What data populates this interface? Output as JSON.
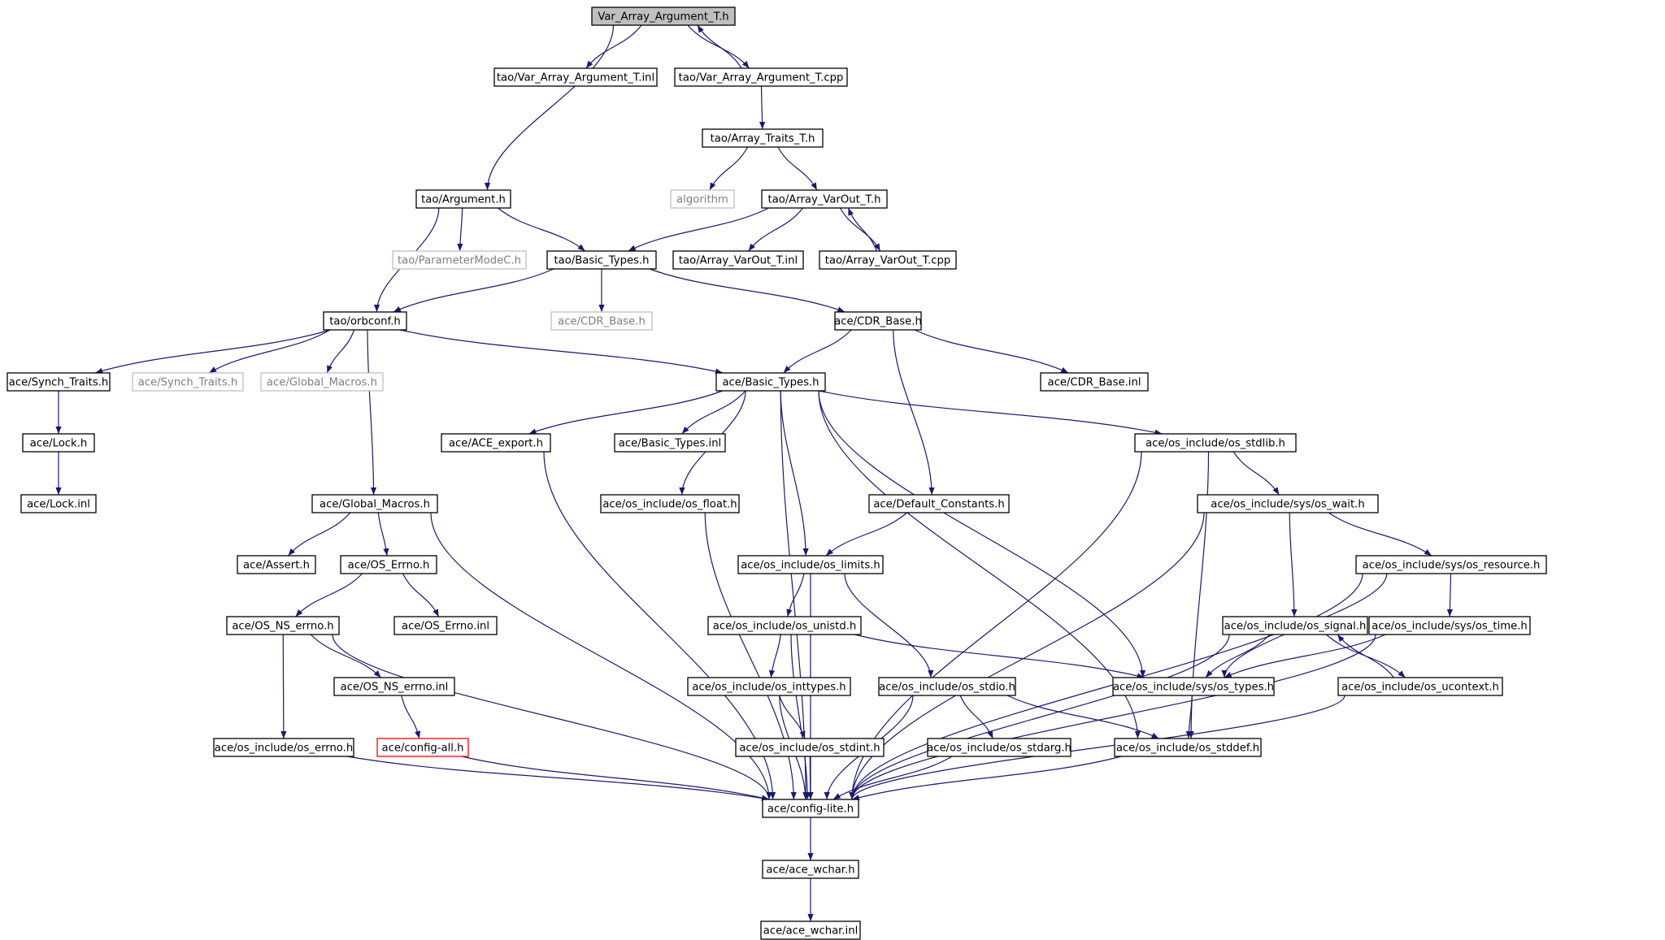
{
  "colors": {
    "edge": "#191970",
    "node_border": "#000000",
    "external_border": "#bfbfbf",
    "external_text": "#7f7f7f",
    "truncated_border": "#ff0000",
    "root_fill": "#bfbfbf"
  },
  "nodes": [
    {
      "id": "root",
      "label": "Var_Array_Argument_T.h",
      "kind": "root"
    },
    {
      "id": "vaa_inl",
      "label": "tao/Var_Array_Argument_T.inl",
      "kind": "normal"
    },
    {
      "id": "vaa_cpp",
      "label": "tao/Var_Array_Argument_T.cpp",
      "kind": "normal"
    },
    {
      "id": "array_traits",
      "label": "tao/Array_Traits_T.h",
      "kind": "normal"
    },
    {
      "id": "algorithm",
      "label": "algorithm",
      "kind": "external"
    },
    {
      "id": "array_varout",
      "label": "tao/Array_VarOut_T.h",
      "kind": "normal"
    },
    {
      "id": "argument",
      "label": "tao/Argument.h",
      "kind": "normal"
    },
    {
      "id": "parammode",
      "label": "tao/ParameterModeC.h",
      "kind": "external"
    },
    {
      "id": "tao_basic",
      "label": "tao/Basic_Types.h",
      "kind": "normal"
    },
    {
      "id": "array_varout_inl",
      "label": "tao/Array_VarOut_T.inl",
      "kind": "normal"
    },
    {
      "id": "array_varout_cpp",
      "label": "tao/Array_VarOut_T.cpp",
      "kind": "normal"
    },
    {
      "id": "orbconf",
      "label": "tao/orbconf.h",
      "kind": "normal"
    },
    {
      "id": "cdr_ext",
      "label": "ace/CDR_Base.h",
      "kind": "external"
    },
    {
      "id": "cdr_base",
      "label": "ace/CDR_Base.h",
      "kind": "normal"
    },
    {
      "id": "synch",
      "label": "ace/Synch_Traits.h",
      "kind": "normal"
    },
    {
      "id": "synch_ext",
      "label": "ace/Synch_Traits.h",
      "kind": "external"
    },
    {
      "id": "gm_ext",
      "label": "ace/Global_Macros.h",
      "kind": "external"
    },
    {
      "id": "ace_basic",
      "label": "ace/Basic_Types.h",
      "kind": "normal"
    },
    {
      "id": "cdr_inl",
      "label": "ace/CDR_Base.inl",
      "kind": "normal"
    },
    {
      "id": "lock",
      "label": "ace/Lock.h",
      "kind": "normal"
    },
    {
      "id": "ace_export",
      "label": "ace/ACE_export.h",
      "kind": "normal"
    },
    {
      "id": "basic_inl",
      "label": "ace/Basic_Types.inl",
      "kind": "normal"
    },
    {
      "id": "os_stdlib",
      "label": "ace/os_include/os_stdlib.h",
      "kind": "normal"
    },
    {
      "id": "lock_inl",
      "label": "ace/Lock.inl",
      "kind": "normal"
    },
    {
      "id": "gm",
      "label": "ace/Global_Macros.h",
      "kind": "normal"
    },
    {
      "id": "os_float",
      "label": "ace/os_include/os_float.h",
      "kind": "normal"
    },
    {
      "id": "def_const",
      "label": "ace/Default_Constants.h",
      "kind": "normal"
    },
    {
      "id": "os_wait",
      "label": "ace/os_include/sys/os_wait.h",
      "kind": "normal"
    },
    {
      "id": "assert",
      "label": "ace/Assert.h",
      "kind": "normal"
    },
    {
      "id": "os_errno_h",
      "label": "ace/OS_Errno.h",
      "kind": "normal"
    },
    {
      "id": "os_limits",
      "label": "ace/os_include/os_limits.h",
      "kind": "normal"
    },
    {
      "id": "os_resource",
      "label": "ace/os_include/sys/os_resource.h",
      "kind": "normal"
    },
    {
      "id": "os_ns_errno",
      "label": "ace/OS_NS_errno.h",
      "kind": "normal"
    },
    {
      "id": "os_errno_inl",
      "label": "ace/OS_Errno.inl",
      "kind": "normal"
    },
    {
      "id": "os_unistd",
      "label": "ace/os_include/os_unistd.h",
      "kind": "normal"
    },
    {
      "id": "os_signal",
      "label": "ace/os_include/os_signal.h",
      "kind": "normal"
    },
    {
      "id": "os_time",
      "label": "ace/os_include/sys/os_time.h",
      "kind": "normal"
    },
    {
      "id": "os_ns_errno_inl",
      "label": "ace/OS_NS_errno.inl",
      "kind": "normal"
    },
    {
      "id": "os_inttypes",
      "label": "ace/os_include/os_inttypes.h",
      "kind": "normal"
    },
    {
      "id": "os_stdio",
      "label": "ace/os_include/os_stdio.h",
      "kind": "normal"
    },
    {
      "id": "os_types",
      "label": "ace/os_include/sys/os_types.h",
      "kind": "normal"
    },
    {
      "id": "os_ucontext",
      "label": "ace/os_include/os_ucontext.h",
      "kind": "normal"
    },
    {
      "id": "os_errno",
      "label": "ace/os_include/os_errno.h",
      "kind": "normal"
    },
    {
      "id": "config_all",
      "label": "ace/config-all.h",
      "kind": "truncated"
    },
    {
      "id": "os_stdint",
      "label": "ace/os_include/os_stdint.h",
      "kind": "normal"
    },
    {
      "id": "os_stdarg",
      "label": "ace/os_include/os_stdarg.h",
      "kind": "normal"
    },
    {
      "id": "os_stddef",
      "label": "ace/os_include/os_stddef.h",
      "kind": "normal"
    },
    {
      "id": "config_lite",
      "label": "ace/config-lite.h",
      "kind": "normal"
    },
    {
      "id": "ace_wchar",
      "label": "ace/ace_wchar.h",
      "kind": "normal"
    },
    {
      "id": "ace_wchar_inl",
      "label": "ace/ace_wchar.inl",
      "kind": "normal"
    }
  ],
  "edges": [
    [
      "root",
      "vaa_inl"
    ],
    [
      "root",
      "vaa_cpp"
    ],
    [
      "root",
      "argument"
    ],
    [
      "vaa_cpp",
      "root"
    ],
    [
      "vaa_cpp",
      "array_traits"
    ],
    [
      "array_traits",
      "algorithm"
    ],
    [
      "array_traits",
      "array_varout"
    ],
    [
      "array_varout",
      "tao_basic"
    ],
    [
      "array_varout",
      "array_varout_inl"
    ],
    [
      "array_varout",
      "array_varout_cpp"
    ],
    [
      "array_varout_cpp",
      "array_varout"
    ],
    [
      "argument",
      "parammode"
    ],
    [
      "argument",
      "tao_basic"
    ],
    [
      "argument",
      "orbconf"
    ],
    [
      "tao_basic",
      "orbconf"
    ],
    [
      "tao_basic",
      "cdr_ext"
    ],
    [
      "tao_basic",
      "cdr_base"
    ],
    [
      "orbconf",
      "synch"
    ],
    [
      "orbconf",
      "synch_ext"
    ],
    [
      "orbconf",
      "gm_ext"
    ],
    [
      "orbconf",
      "ace_basic"
    ],
    [
      "orbconf",
      "gm"
    ],
    [
      "cdr_base",
      "ace_basic"
    ],
    [
      "cdr_base",
      "cdr_inl"
    ],
    [
      "cdr_base",
      "def_const"
    ],
    [
      "synch",
      "lock"
    ],
    [
      "lock",
      "lock_inl"
    ],
    [
      "ace_basic",
      "ace_export"
    ],
    [
      "ace_basic",
      "basic_inl"
    ],
    [
      "ace_basic",
      "os_stdlib"
    ],
    [
      "ace_basic",
      "os_float"
    ],
    [
      "ace_basic",
      "os_limits"
    ],
    [
      "ace_basic",
      "config_lite"
    ],
    [
      "ace_basic",
      "os_types"
    ],
    [
      "ace_basic",
      "os_stddef"
    ],
    [
      "ace_export",
      "config_lite"
    ],
    [
      "os_stdlib",
      "os_wait"
    ],
    [
      "os_stdlib",
      "os_stddef"
    ],
    [
      "os_stdlib",
      "config_lite"
    ],
    [
      "gm",
      "assert"
    ],
    [
      "gm",
      "os_errno_h"
    ],
    [
      "gm",
      "config_lite"
    ],
    [
      "os_float",
      "config_lite"
    ],
    [
      "def_const",
      "os_limits"
    ],
    [
      "os_wait",
      "os_resource"
    ],
    [
      "os_wait",
      "os_signal"
    ],
    [
      "os_wait",
      "config_lite"
    ],
    [
      "os_errno_h",
      "os_ns_errno"
    ],
    [
      "os_errno_h",
      "os_errno_inl"
    ],
    [
      "os_limits",
      "os_unistd"
    ],
    [
      "os_limits",
      "os_stdio"
    ],
    [
      "os_limits",
      "config_lite"
    ],
    [
      "os_resource",
      "os_time"
    ],
    [
      "os_resource",
      "os_types"
    ],
    [
      "os_resource",
      "config_lite"
    ],
    [
      "os_ns_errno",
      "os_ns_errno_inl"
    ],
    [
      "os_ns_errno",
      "os_errno"
    ],
    [
      "os_ns_errno",
      "config_lite"
    ],
    [
      "os_unistd",
      "os_inttypes"
    ],
    [
      "os_unistd",
      "os_types"
    ],
    [
      "os_unistd",
      "config_lite"
    ],
    [
      "os_signal",
      "os_types"
    ],
    [
      "os_signal",
      "os_ucontext"
    ],
    [
      "os_signal",
      "config_lite"
    ],
    [
      "os_time",
      "os_types"
    ],
    [
      "os_time",
      "config_lite"
    ],
    [
      "os_ns_errno_inl",
      "config_all"
    ],
    [
      "os_inttypes",
      "os_stdint"
    ],
    [
      "os_inttypes",
      "config_lite"
    ],
    [
      "os_stdio",
      "os_stdarg"
    ],
    [
      "os_stdio",
      "os_stddef"
    ],
    [
      "os_stdio",
      "config_lite"
    ],
    [
      "os_types",
      "os_stddef"
    ],
    [
      "os_ucontext",
      "os_signal"
    ],
    [
      "os_ucontext",
      "config_lite"
    ],
    [
      "os_errno",
      "config_lite"
    ],
    [
      "config_all",
      "config_lite"
    ],
    [
      "os_stdint",
      "config_lite"
    ],
    [
      "os_stdarg",
      "config_lite"
    ],
    [
      "os_stddef",
      "config_lite"
    ],
    [
      "config_lite",
      "ace_wchar"
    ],
    [
      "ace_wchar",
      "ace_wchar_inl"
    ]
  ]
}
